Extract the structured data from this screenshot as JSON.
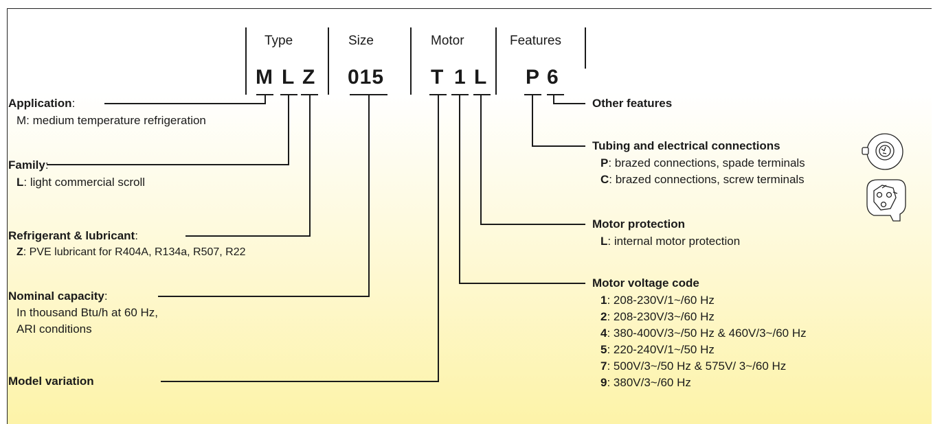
{
  "header": {
    "type": "Type",
    "size": "Size",
    "motor": "Motor",
    "features": "Features"
  },
  "code": {
    "c1": "M",
    "c2": "L",
    "c3": "Z",
    "size": "015",
    "m1": "T",
    "m2": "1",
    "m3": "L",
    "f1": "P",
    "f2": "6"
  },
  "left": {
    "application": {
      "title": "Application",
      "text": "M: medium temperature refrigeration"
    },
    "family": {
      "title": "Family",
      "key": "L",
      "text": ": light commercial scroll"
    },
    "refrigerant": {
      "title": "Refrigerant & lubricant",
      "key": "Z",
      "text": ": PVE lubricant for R404A, R134a, R507, R22"
    },
    "capacity": {
      "title": "Nominal capacity",
      "line1": "In thousand Btu/h at 60 Hz,",
      "line2": "ARI conditions"
    },
    "variation": {
      "title": "Model variation"
    }
  },
  "right": {
    "other": {
      "title": "Other features"
    },
    "tubing": {
      "title": "Tubing and electrical connections",
      "items": [
        {
          "key": "P",
          "text": ": brazed connections, spade terminals"
        },
        {
          "key": "C",
          "text": ": brazed connections, screw terminals"
        }
      ]
    },
    "protection": {
      "title": "Motor protection",
      "key": "L",
      "text": ": internal motor protection"
    },
    "voltage": {
      "title": "Motor voltage code",
      "items": [
        {
          "key": "1",
          "text": ": 208-230V/1~/60 Hz"
        },
        {
          "key": "2",
          "text": ": 208-230V/3~/60 Hz"
        },
        {
          "key": "4",
          "text": ": 380-400V/3~/50 Hz & 460V/3~/60 Hz"
        },
        {
          "key": "5",
          "text": ": 220-240V/1~/50 Hz"
        },
        {
          "key": "7",
          "text": ": 500V/3~/50 Hz & 575V/ 3~/60 Hz"
        },
        {
          "key": "9",
          "text": ": 380V/3~/60 Hz"
        }
      ]
    }
  },
  "icons": [
    "spade-terminal-icon",
    "screw-terminal-icon"
  ]
}
